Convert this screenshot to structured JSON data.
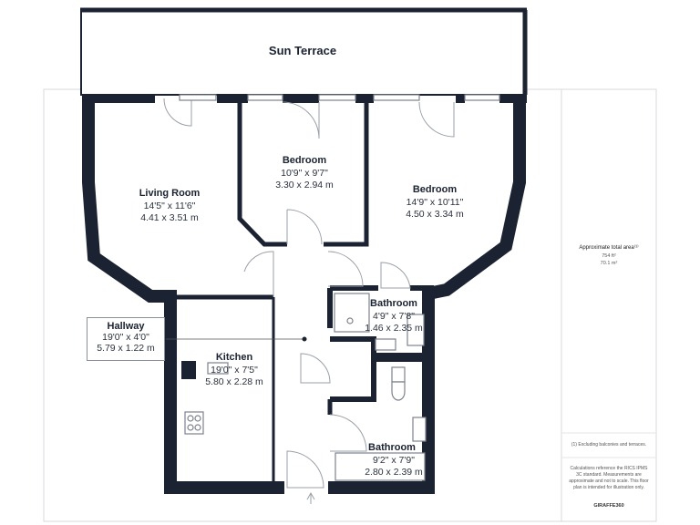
{
  "terrace": {
    "name": "Sun Terrace"
  },
  "rooms": {
    "living": {
      "name": "Living Room",
      "imperial": "14'5\" x 11'6\"",
      "metric": "4.41 x 3.51 m"
    },
    "bedroom1": {
      "name": "Bedroom",
      "imperial": "10'9\" x 9'7\"",
      "metric": "3.30 x 2.94 m"
    },
    "bedroom2": {
      "name": "Bedroom",
      "imperial": "14'9\" x 10'11\"",
      "metric": "4.50 x 3.34 m"
    },
    "hallway": {
      "name": "Hallway",
      "imperial": "19'0\" x 4'0\"",
      "metric": "5.79 x 1.22 m"
    },
    "kitchen": {
      "name": "Kitchen",
      "imperial": "19'0\" x 7'5\"",
      "metric": "5.80 x 2.28 m"
    },
    "bathroom1": {
      "name": "Bathroom",
      "imperial": "4'9\" x 7'8\"",
      "metric": "1.46 x 2.35 m"
    },
    "bathroom2": {
      "name": "Bathroom",
      "imperial": "9'2\" x 7'9\"",
      "metric": "2.80 x 2.39 m"
    }
  },
  "panel": {
    "area_title": "Approximate total area⁽¹⁾",
    "area_ft": "754 ft²",
    "area_m": "70.1 m²",
    "footnote": "(1) Excluding balconies and terraces.",
    "disclaimer": "Calculations reference the RICS IPMS 3C standard. Measurements are approximate and not to scale. This floor plan is intended for illustration only.",
    "brand": "GIRAFFE360"
  },
  "colors": {
    "wall": "#1b2231",
    "frame": "#d8dadd"
  }
}
